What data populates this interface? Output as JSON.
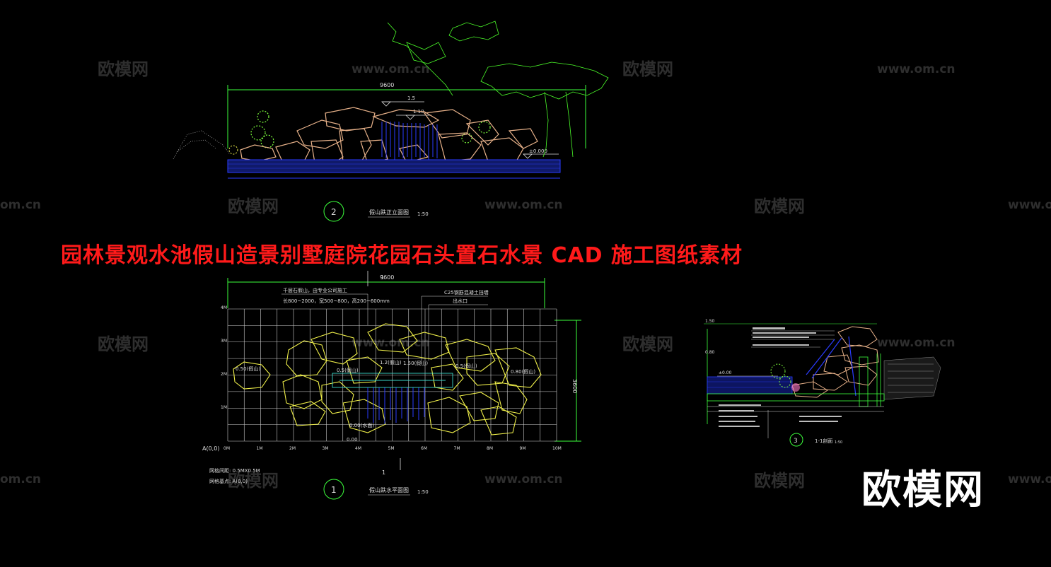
{
  "title": "园林景观水池假山造景别墅庭院花园石头置石水景 CAD 施工图纸素材",
  "logo": "欧模网",
  "watermark": {
    "brand": "欧模网",
    "url": "www.om.cn",
    "url_partial": "om.cn"
  },
  "colors": {
    "background": "#000000",
    "title": "#ff1a1a",
    "rock": "#e8b28a",
    "water": "#2a3cff",
    "plant": "#7dff3c",
    "grid": "#ffffff",
    "plan_rock": "#f0f04a"
  },
  "elevation": {
    "number": "2",
    "name": "假山跌正立面图",
    "scale": "1:50",
    "dimension": "9600",
    "level_top": "1.5",
    "level_mid": "1.10",
    "level_base": "±0.000"
  },
  "plan": {
    "number": "1",
    "name": "假山跌水平面图",
    "scale": "1:50",
    "dimension_width": "9600",
    "dimension_height": "3600",
    "note1": "千层石假山，由专业公司施工",
    "note2": "长800~2000，宽500~800，高200~600mm",
    "note3": "C25钢筋混凝土挡墙",
    "note4": "出水口",
    "levels": [
      "0.50(假山)",
      "0.5(假山)",
      "1.2(假山)",
      "1.50(假山)",
      "0.5(假山)",
      "0.80(假山)",
      "0.00(水面)",
      "0.00"
    ],
    "x_ticks": [
      "0M",
      "1M",
      "2M",
      "3M",
      "4M",
      "5M",
      "6M",
      "7M",
      "8M",
      "9M",
      "10M"
    ],
    "y_ticks": [
      "1M",
      "2M",
      "3M",
      "4M"
    ],
    "origin": "A(0,0)",
    "grid_note": "网格间距: 0.5MX0.5M",
    "origin_note": "网格基点: A(0,0)",
    "section_mark": "1"
  },
  "section": {
    "number": "3",
    "name": "1-1剖面",
    "scale": "1:50",
    "level_top": "1.50",
    "level_water": "±0.00",
    "level_mid": "0.80"
  }
}
